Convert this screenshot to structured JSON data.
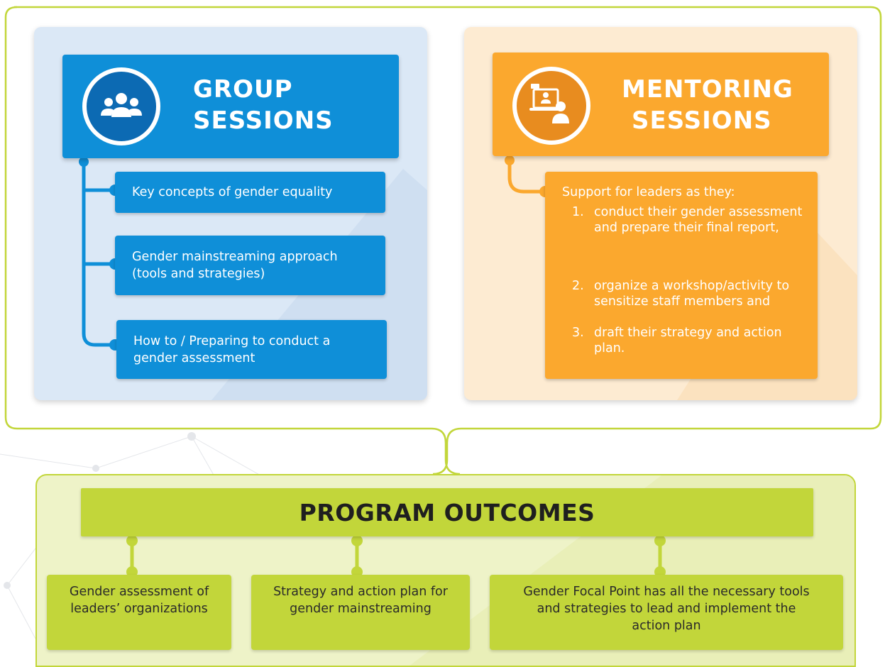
{
  "group": {
    "title_line1": "GROUP",
    "title_line2": "SESSIONS",
    "icon": "group-people-icon",
    "items": [
      {
        "label": "Key concepts of gender equality"
      },
      {
        "label": "Gender mainstreaming approach (tools and strategies)"
      },
      {
        "label": "How to / Preparing to conduct a gender assessment"
      }
    ]
  },
  "mentoring": {
    "title_line1": "MENTORING",
    "title_line2": "SESSIONS",
    "icon": "online-mentoring-icon",
    "intro": "Support for leaders as they:",
    "steps": [
      {
        "num": "1.",
        "text": "conduct their gender assessment and prepare their final report,"
      },
      {
        "num": "2.",
        "text": "organize a workshop/activity to sensitize staff members and"
      },
      {
        "num": "3.",
        "text": "draft their strategy and action plan."
      }
    ]
  },
  "outcomes": {
    "title": "PROGRAM OUTCOMES",
    "items": [
      {
        "label": "Gender assessment of leaders’ organizations"
      },
      {
        "label": "Strategy and action plan for gender mainstreaming"
      },
      {
        "label": "Gender Focal Point has all the necessary tools and strategies to lead and implement the action plan"
      }
    ]
  },
  "colors": {
    "blue": "#0f8fd8",
    "orange": "#fba82e",
    "lime": "#c2d63a"
  }
}
